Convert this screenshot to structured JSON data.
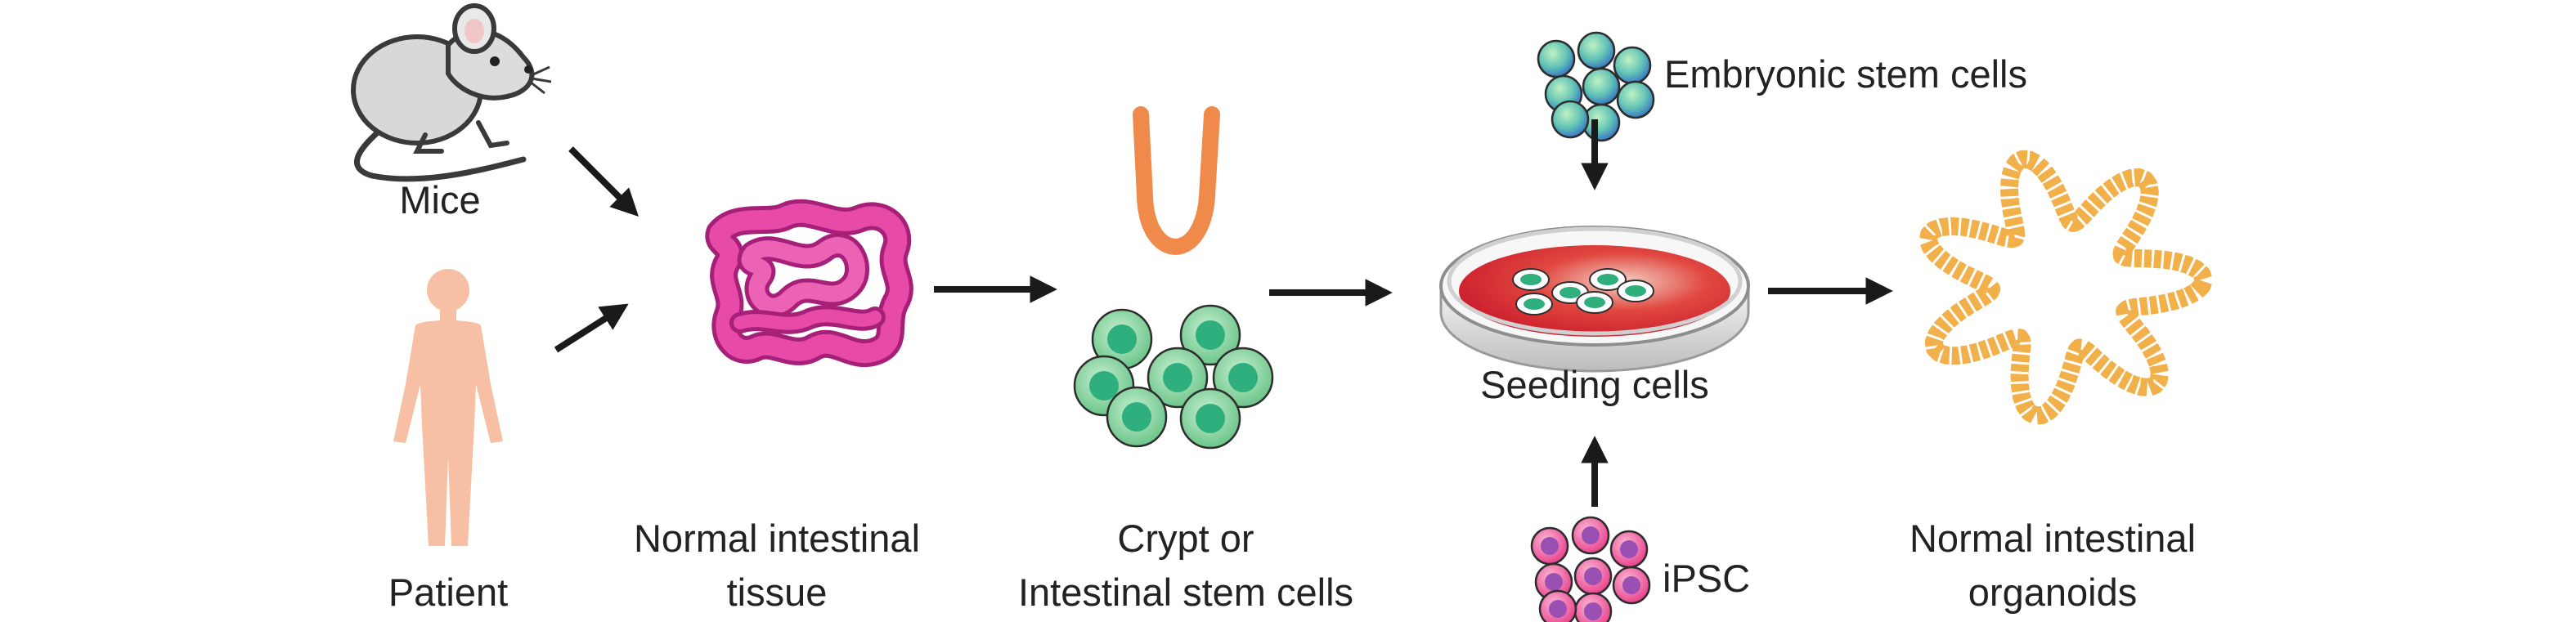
{
  "labels": {
    "mice": "Mice",
    "patient": "Patient",
    "tissue_line1": "Normal intestinal",
    "tissue_line2": "tissue",
    "crypt_line1": "Crypt or",
    "crypt_line2": "Intestinal stem cells",
    "embryonic": "Embryonic stem cells",
    "seeding": "Seeding cells",
    "ipsc": "iPSC",
    "organoids_line1": "Normal intestinal",
    "organoids_line2": "organoids"
  },
  "colors": {
    "arrow": "#1a1a1a",
    "tissue": "#e84aa8",
    "crypt": "#f08a4b",
    "stem_cell": "#7dcf95",
    "stem_nucleus": "#2fae7e",
    "embryonic": "#5bb8c9",
    "embryonic_edge": "#3d7fb5",
    "ipsc": "#ee5a9e",
    "ipsc_nucleus": "#9a4fb3",
    "dish_medium": "#d9262f",
    "organoid": "#f2b04a",
    "patient": "#f7c0a5",
    "mouse": "#d6d6d6"
  }
}
